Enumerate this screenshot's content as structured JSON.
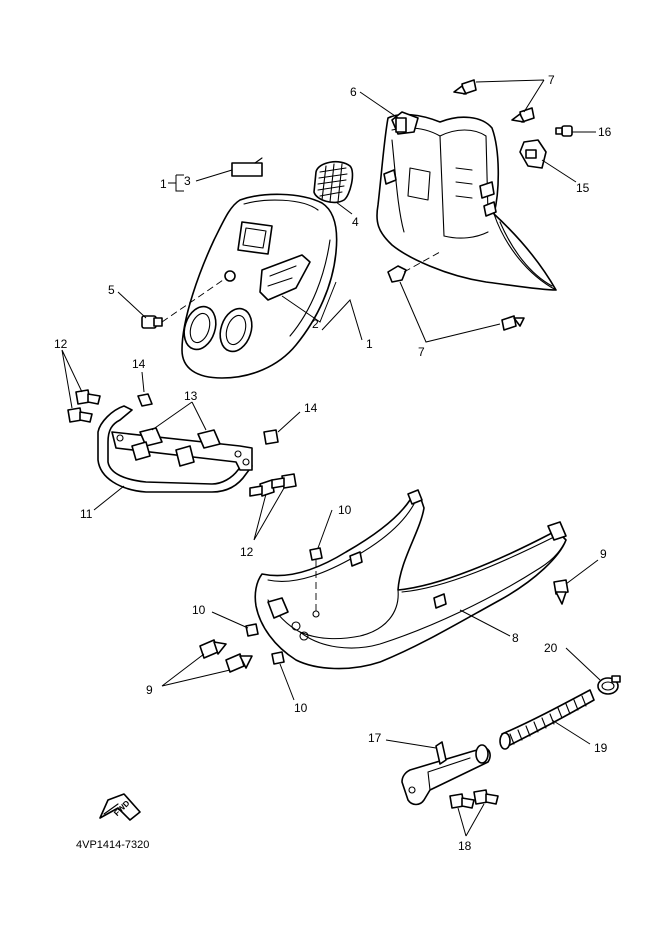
{
  "diagram": {
    "part_code": "4VP1414-7320",
    "fwd_label": "FWD",
    "callouts": {
      "c1": "1",
      "c1b": "1",
      "c2": "2",
      "c3": "3",
      "c4": "4",
      "c5": "5",
      "c6": "6",
      "c7a": "7",
      "c7b": "7",
      "c8": "8",
      "c9a": "9",
      "c9b": "9",
      "c10a": "10",
      "c10b": "10",
      "c10c": "10",
      "c11": "11",
      "c12a": "12",
      "c12b": "12",
      "c13": "13",
      "c14a": "14",
      "c14b": "14",
      "c15": "15",
      "c16": "16",
      "c17": "17",
      "c18": "18",
      "c19": "19",
      "c20": "20"
    }
  }
}
